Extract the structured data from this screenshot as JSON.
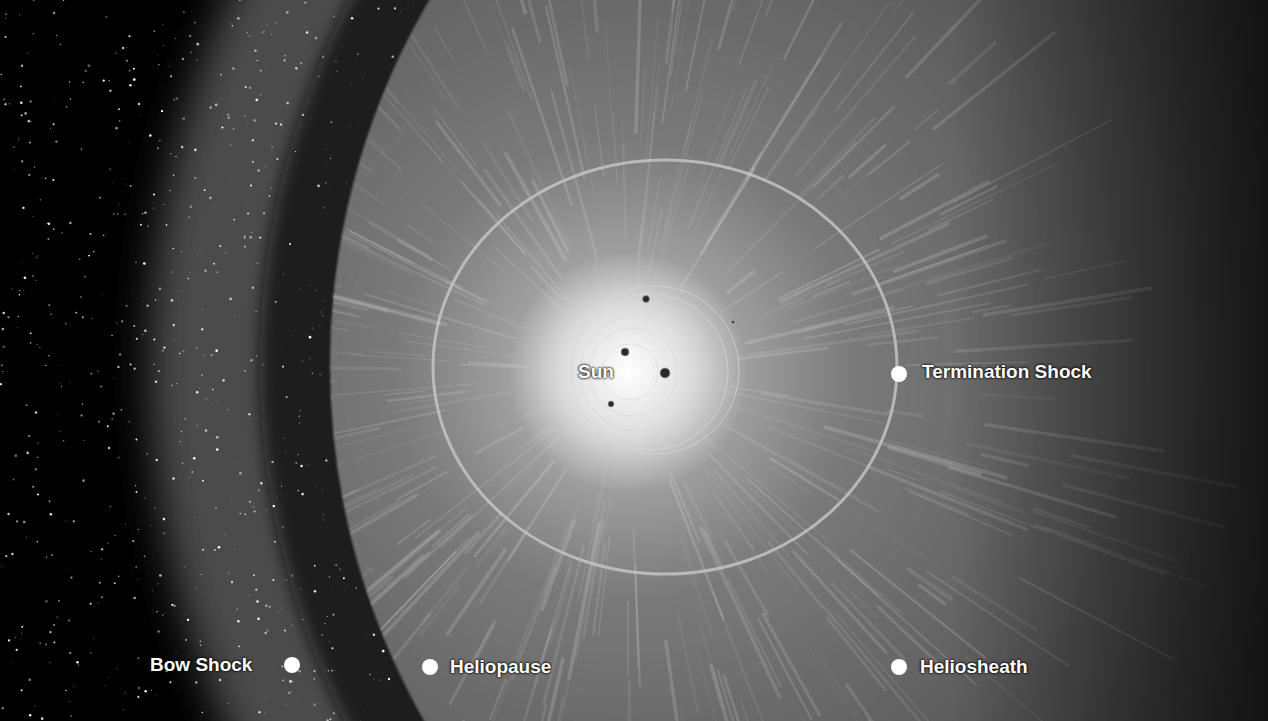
{
  "diagram": {
    "labels": [
      "Sun",
      "Termination Shock",
      "Bow Shock",
      "Heliopause",
      "Heliosheath"
    ]
  }
}
